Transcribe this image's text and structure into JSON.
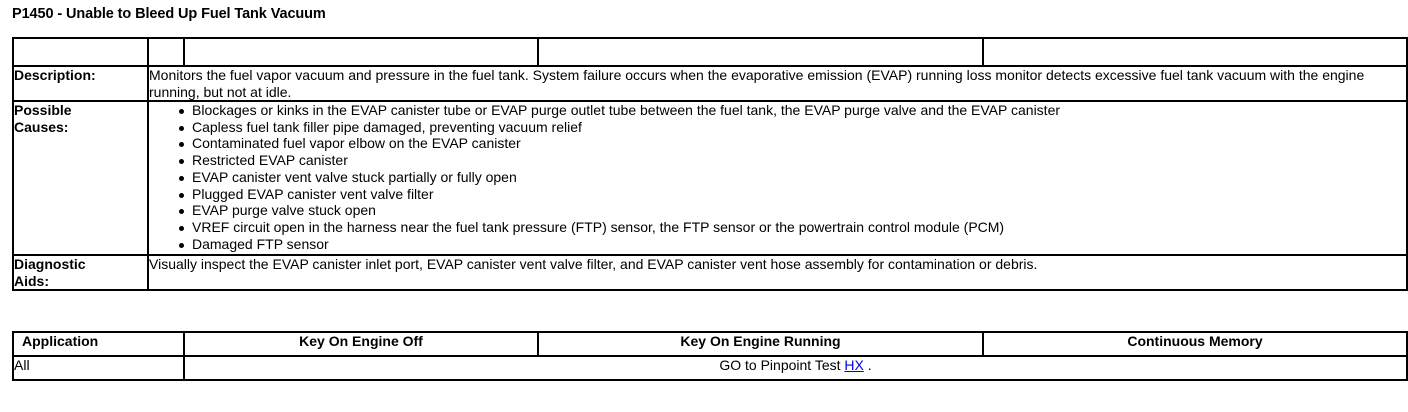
{
  "document": {
    "title": "P1450 - Unable to Bleed Up Fuel Tank Vacuum"
  },
  "main_table": {
    "rows": [
      {
        "label": "Description:",
        "text": "Monitors the fuel vapor vacuum and pressure in the fuel tank. System failure occurs when the evaporative emission (EVAP) running loss monitor detects excessive fuel tank vacuum with the engine running, but not at idle."
      },
      {
        "label_line1": "Possible",
        "label_line2": "Causes:",
        "bullets": [
          "Blockages or kinks in the EVAP canister tube or EVAP purge outlet tube between the fuel tank, the EVAP purge valve and the EVAP canister",
          "Capless fuel tank filler pipe damaged, preventing vacuum relief",
          "Contaminated fuel vapor elbow on the EVAP canister",
          "Restricted EVAP canister",
          "EVAP canister vent valve stuck partially or fully open",
          "Plugged EVAP canister vent valve filter",
          "EVAP purge valve stuck open",
          "VREF circuit open in the harness near the fuel tank pressure (FTP) sensor, the FTP sensor or the powertrain control module (PCM)",
          "Damaged FTP sensor"
        ]
      },
      {
        "label_line1": "Diagnostic",
        "label_line2": "Aids:",
        "text": "Visually inspect the EVAP canister inlet port, EVAP canister vent valve filter, and EVAP canister vent hose assembly for contamination or debris."
      }
    ]
  },
  "application_table": {
    "headers": [
      "Application",
      "Key On Engine Off",
      "Key On Engine Running",
      "Continuous Memory"
    ],
    "row": {
      "application": "All",
      "action_prefix": "GO to Pinpoint Test ",
      "action_link": "HX",
      "action_suffix": " ."
    }
  }
}
